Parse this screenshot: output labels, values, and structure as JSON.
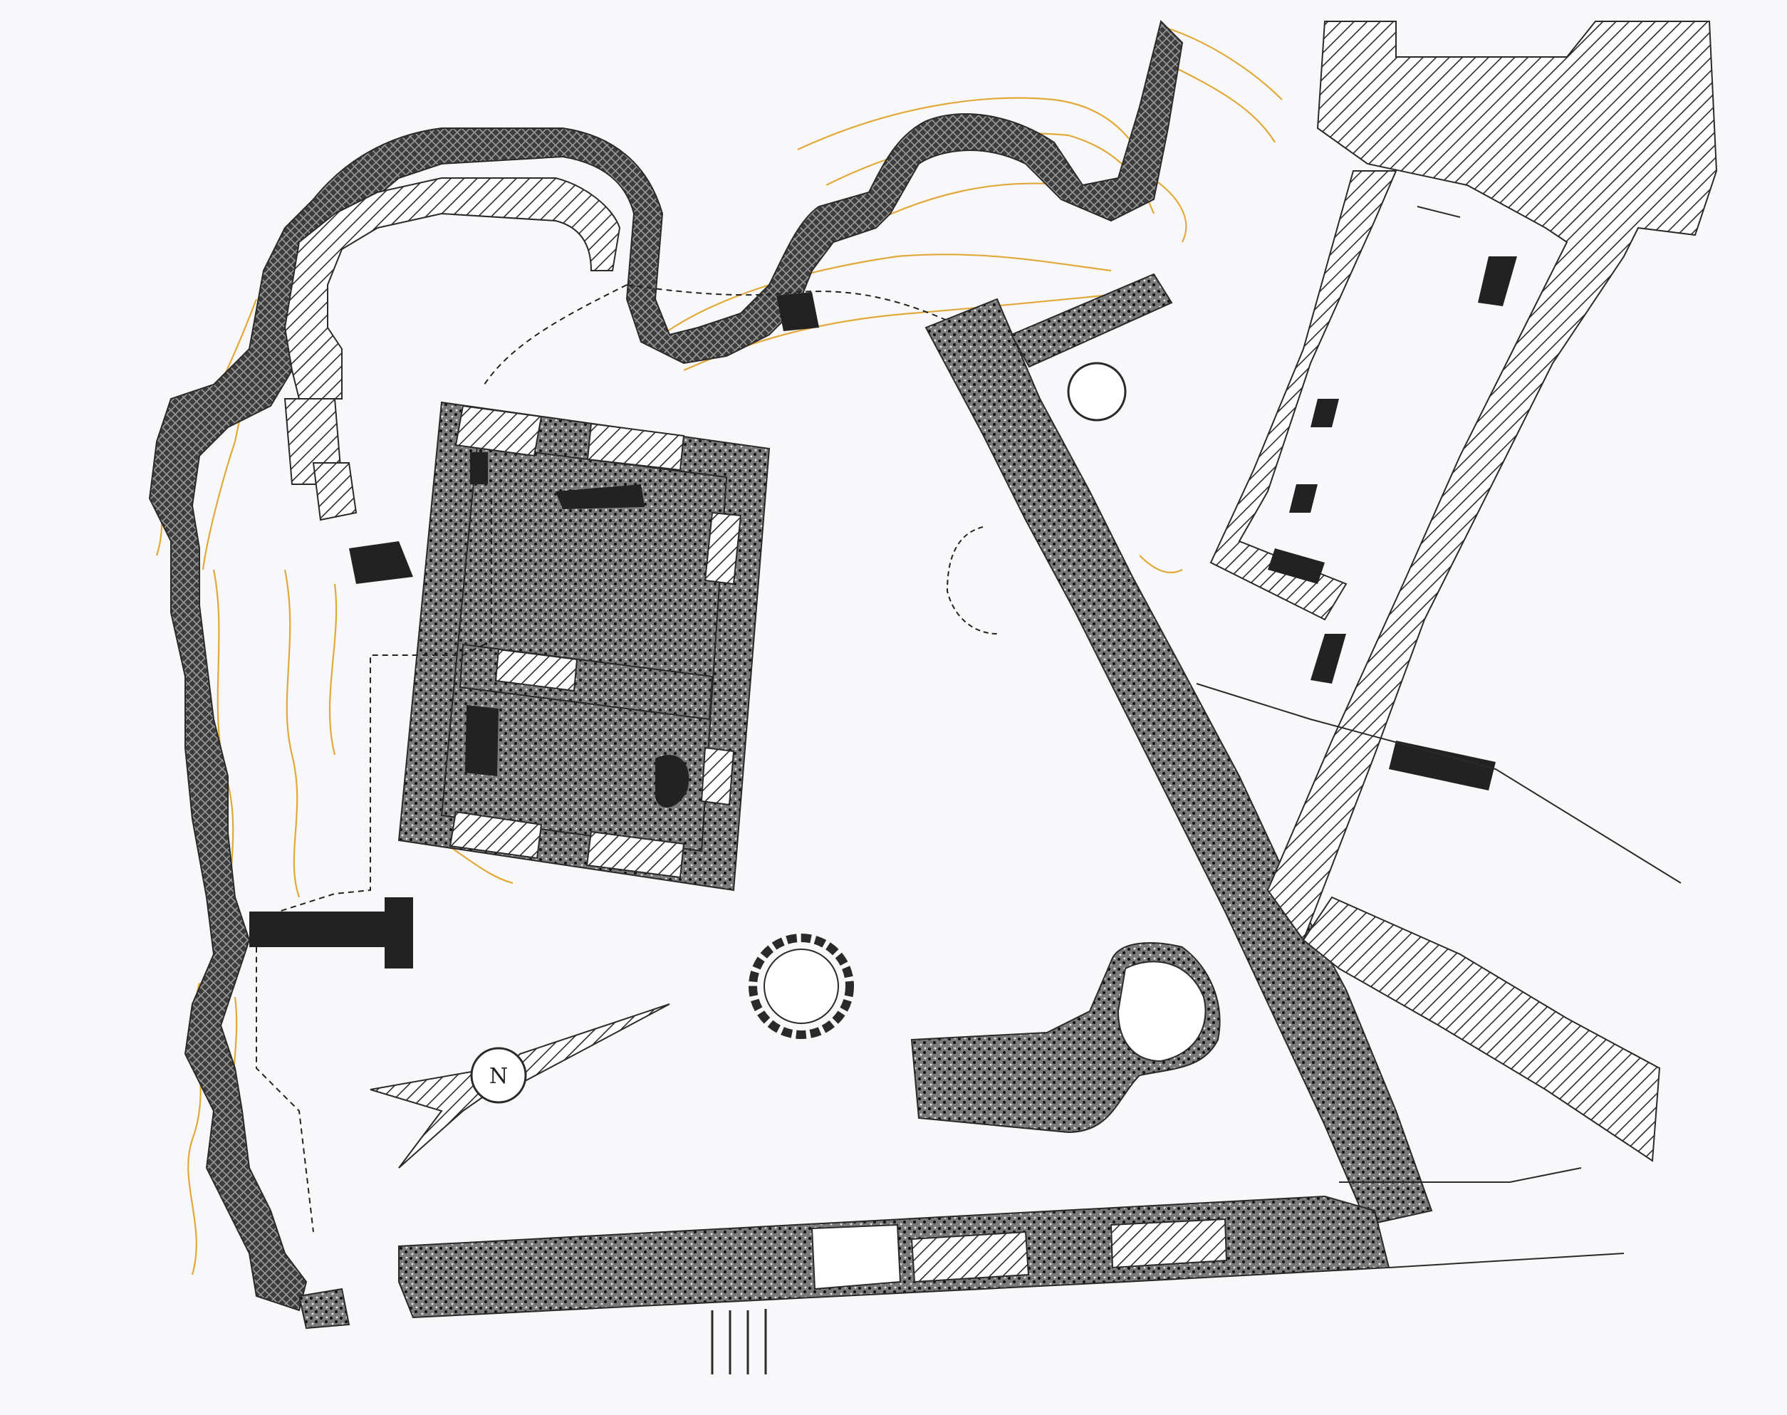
{
  "compass": {
    "label": "N"
  },
  "colors": {
    "background": "#f8f8fa",
    "ink": "#2a2a2a",
    "rock_contours": "#e2a83a"
  },
  "legend_fills": [
    "crosshatch-masonry",
    "diagonal-hatch-walls",
    "stipple-stone-walls",
    "solid-black-remains"
  ]
}
